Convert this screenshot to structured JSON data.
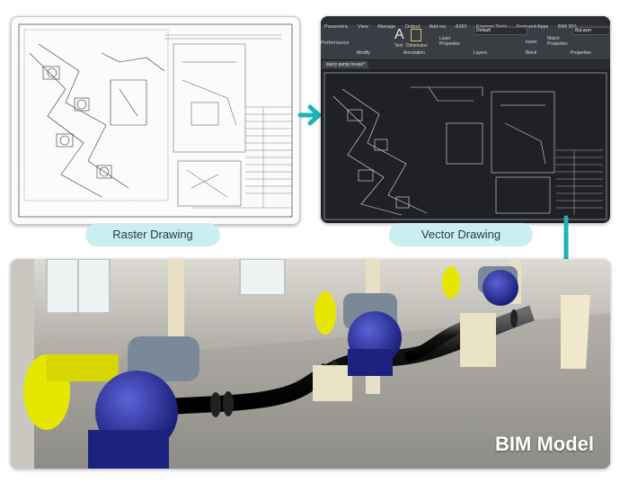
{
  "labels": {
    "raster": "Raster Drawing",
    "vector": "Vector Drawing",
    "bim": "BIM Model"
  },
  "cad": {
    "menu": [
      "Parametric",
      "View",
      "Manage",
      "Output",
      "Add-ins",
      "A360",
      "Express Tools",
      "Featured Apps",
      "BIM 360",
      "Performance"
    ],
    "groups": [
      "Modify",
      "Annotation",
      "Layers",
      "Block",
      "Properties"
    ],
    "tools": [
      "Text",
      "Dimension",
      "Layer Properties",
      "Insert",
      "Match Properties"
    ],
    "layer_value": "Default",
    "prop_value": "ByLayer",
    "tab_title": "slurry pump house*"
  },
  "colors": {
    "accent": "#1bb3b8",
    "label_bg": "#cbeef0"
  }
}
